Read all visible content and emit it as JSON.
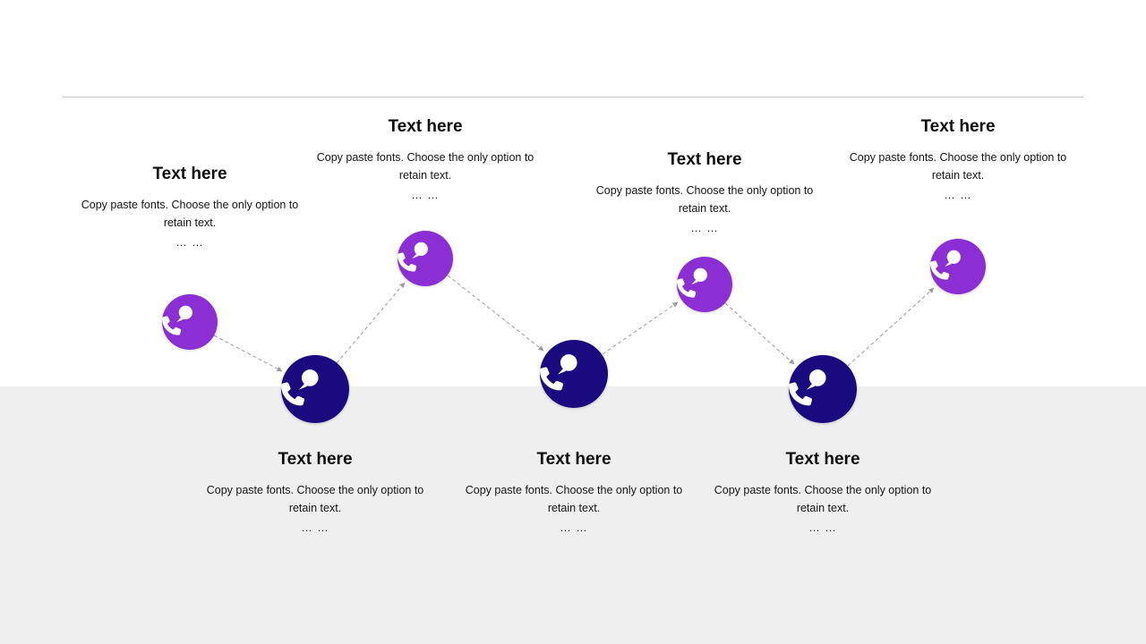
{
  "slide": {
    "type": "timeline-diagram",
    "divider_color": "#c8c8c8",
    "band_color": "#f0efef"
  },
  "colors": {
    "purple": "#8b2fd4",
    "navy": "#1a0a80",
    "connector": "#9a9a9a"
  },
  "icon": {
    "name": "phone-call-chat-icon",
    "color": "#ffffff"
  },
  "items": [
    {
      "heading": "Text here",
      "body": "Copy paste fonts. Choose the only option to retain text.",
      "ellipsis": "… …",
      "color": "purple",
      "text_position": "above"
    },
    {
      "heading": "Text here",
      "body": "Copy paste fonts. Choose the only option to retain text.",
      "ellipsis": "… …",
      "color": "navy",
      "text_position": "below"
    },
    {
      "heading": "Text here",
      "body": "Copy paste fonts. Choose the only option to retain text.",
      "ellipsis": "… …",
      "color": "purple",
      "text_position": "above"
    },
    {
      "heading": "Text here",
      "body": "Copy paste fonts. Choose the only option to retain text.",
      "ellipsis": "… …",
      "color": "navy",
      "text_position": "below"
    },
    {
      "heading": "Text here",
      "body": "Copy paste fonts. Choose the only option to retain text.",
      "ellipsis": "… …",
      "color": "purple",
      "text_position": "above"
    },
    {
      "heading": "Text here",
      "body": "Copy paste fonts. Choose the only option to retain text.",
      "ellipsis": "… …",
      "color": "navy",
      "text_position": "below"
    },
    {
      "heading": "Text here",
      "body": "Copy paste fonts. Choose the only option to retain text.",
      "ellipsis": "… …",
      "color": "purple",
      "text_position": "above"
    }
  ]
}
